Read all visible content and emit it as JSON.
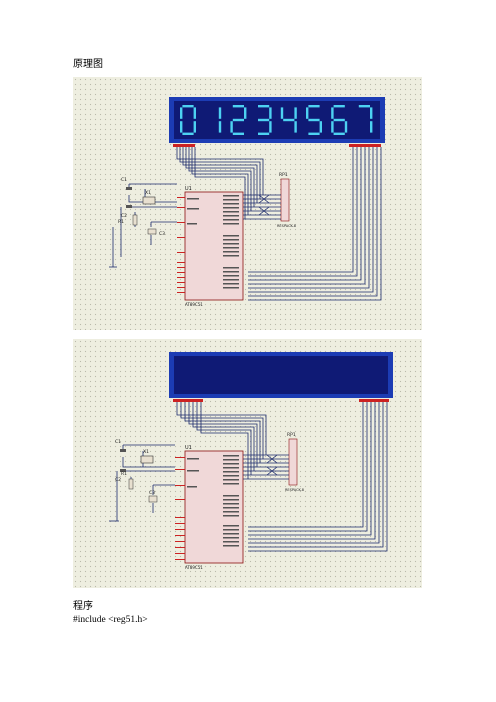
{
  "page": {
    "heading": "原理图",
    "program_heading": "程序",
    "code_line_1": "#include <reg51.h>"
  },
  "figure1": {
    "display_digits": [
      "0",
      "1",
      "2",
      "3",
      "4",
      "5",
      "6",
      "7"
    ],
    "labels": {
      "crystal": "X1",
      "cap1": "C1",
      "cap2": "C2",
      "cap3": "C3",
      "resistor": "R1",
      "mcu": "U1",
      "mcu_part": "AT89C51",
      "pack": "RP1",
      "pack_part": "RESPACK-8"
    }
  },
  "figure2": {
    "labels": {
      "crystal": "X1",
      "cap1": "C1",
      "cap2": "C2",
      "cap3": "C3",
      "resistor": "R1",
      "mcu": "U1",
      "mcu_part": "AT89C51",
      "pack": "RP1",
      "pack_part": "RESPACK-8"
    }
  },
  "colors": {
    "grid_bg": "#eeeee0",
    "display_bezel": "#1c3cb4",
    "display_face": "#0f1a75",
    "segment_on": "#4dd2f2",
    "wire": "#1b2a6b",
    "pin_red": "#cc2222",
    "chip_body": "#f0d8d8"
  }
}
